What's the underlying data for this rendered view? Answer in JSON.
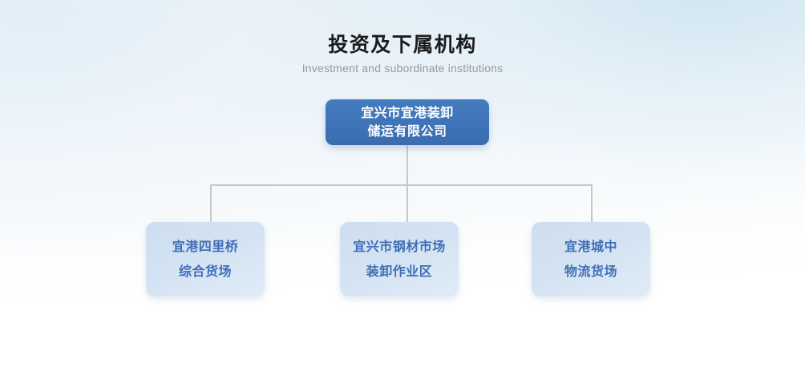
{
  "heading": {
    "title": "投资及下属机构",
    "subtitle": "Investment and subordinate institutions"
  },
  "colors": {
    "root_node_fill": "#3d72b8",
    "root_node_text": "#ffffff",
    "child_node_fill": "#cfdef0",
    "child_node_text": "#3f6fb5",
    "connector_line": "#c8c8c8",
    "title_text": "#1c1c1c",
    "subtitle_text": "#9a9a9a",
    "background_top": "#e3eef6",
    "background_bottom": "#ffffff"
  },
  "org_chart": {
    "type": "hierarchy",
    "root": {
      "lines": [
        "宜兴市宜港装卸",
        "储运有限公司"
      ],
      "full_name": "宜兴市宜港装卸储运有限公司"
    },
    "children": [
      {
        "lines": [
          "宜港四里桥",
          "综合货场"
        ],
        "full_name": "宜港四里桥综合货场"
      },
      {
        "lines": [
          "宜兴市钢材市场",
          "装卸作业区"
        ],
        "full_name": "宜兴市钢材市场装卸作业区"
      },
      {
        "lines": [
          "宜港城中",
          "物流货场"
        ],
        "full_name": "宜港城中物流货场"
      }
    ]
  }
}
